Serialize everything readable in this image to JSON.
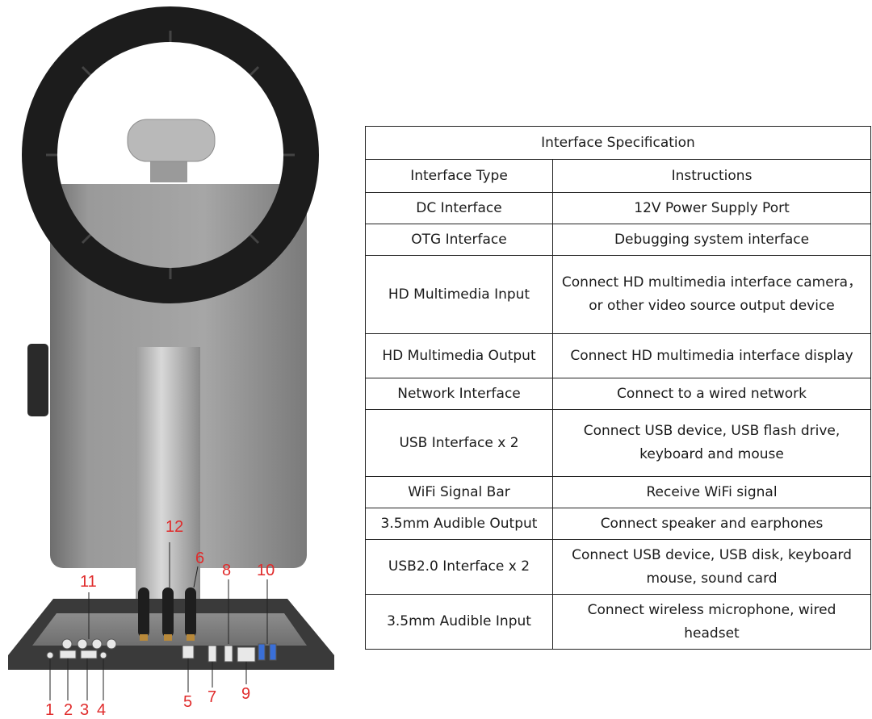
{
  "table": {
    "title": "Interface Specification",
    "headers": [
      "Interface Type",
      "Instructions"
    ],
    "rows": [
      {
        "type": "DC Interface",
        "instructions": "12V Power Supply Port"
      },
      {
        "type": "OTG Interface",
        "instructions": "Debugging system interface"
      },
      {
        "type": "HD Multimedia Input",
        "instructions": "Connect HD multimedia interface camera，or other video source output device"
      },
      {
        "type": "HD Multimedia Output",
        "instructions": "Connect HD multimedia interface display"
      },
      {
        "type": "Network Interface",
        "instructions": "Connect to a wired network"
      },
      {
        "type": "USB Interface x 2",
        "instructions": "Connect USB device, USB flash drive, keyboard and mouse"
      },
      {
        "type": "WiFi Signal Bar",
        "instructions": "Receive WiFi signal"
      },
      {
        "type": "3.5mm Audible Output",
        "instructions": "Connect speaker and earphones"
      },
      {
        "type": "USB2.0 Interface x 2",
        "instructions": "Connect USB device, USB disk, keyboard mouse, sound card"
      },
      {
        "type": "3.5mm Audible Input",
        "instructions": "Connect wireless microphone, wired headset"
      }
    ]
  },
  "callouts": [
    "1",
    "2",
    "3",
    "4",
    "5",
    "6",
    "7",
    "8",
    "9",
    "10",
    "11",
    "12"
  ],
  "colors": {
    "callout": "#e02b2b",
    "ring": "#1c1c1c",
    "panel": "#8f8f8f",
    "base": "#3a3a3a"
  }
}
